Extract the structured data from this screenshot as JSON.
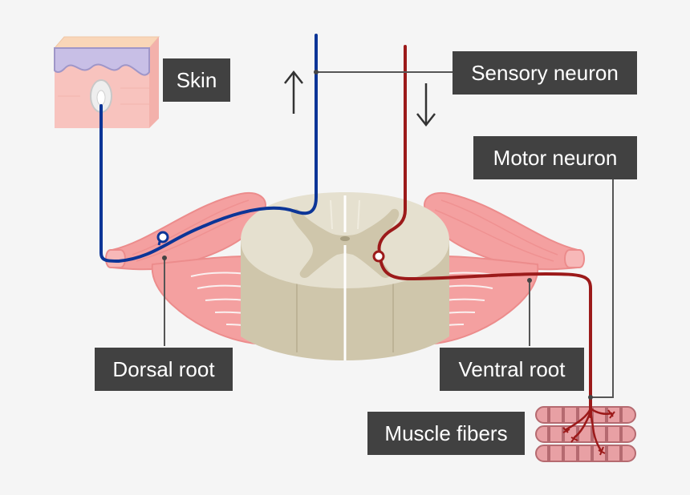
{
  "labels": {
    "skin": "Skin",
    "sensory_neuron": "Sensory neuron",
    "motor_neuron": "Motor neuron",
    "dorsal_root": "Dorsal root",
    "ventral_root": "Ventral root",
    "muscle_fibers": "Muscle fibers"
  },
  "colors": {
    "background": "#f5f5f5",
    "label_bg": "#414141",
    "label_text": "#ffffff",
    "sensory_neuron": "#0c3597",
    "motor_neuron": "#9c1a1a",
    "nerve_pink": "#f4a0a0",
    "spinal_cord": "#e5e0cf",
    "grey_matter": "#cfc6ad",
    "skin": "#f8c3be",
    "skin_top": "#f9d6b8",
    "epidermis": "#c8bfe6"
  }
}
